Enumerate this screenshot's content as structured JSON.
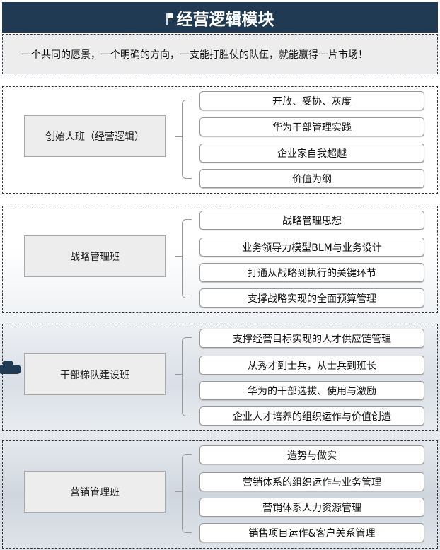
{
  "header": {
    "title": "经营逻辑模块"
  },
  "motto": "一个共同的愿景，一个明确的方向，一支能打胜仗的队伍，就能赢得一片市场！",
  "sections": [
    {
      "name": "创始人班（经营逻辑）",
      "items": [
        "开放、妥协、灰度",
        "华为干部管理实践",
        "企业家自我超越",
        "价值为纲"
      ]
    },
    {
      "name": "战略管理班",
      "items": [
        "战略管理思想",
        "业务领导力模型BLM与业务设计",
        "打通从战略到执行的关键环节",
        "支撑战略实现的全面预算管理"
      ]
    },
    {
      "name": "干部梯队建设班",
      "items": [
        "支撑经营目标实现的人才供应链管理",
        "从秀才到士兵，从士兵到班长",
        "华为的干部选拔、使用与激励",
        "企业人才培养的组织运作与价值创造"
      ]
    },
    {
      "name": "营销管理班",
      "items": [
        "造势与做实",
        "营销体系的组织运作与业务管理",
        "营销体系人力资源管理",
        "销售项目运作&客户关系管理"
      ]
    }
  ]
}
